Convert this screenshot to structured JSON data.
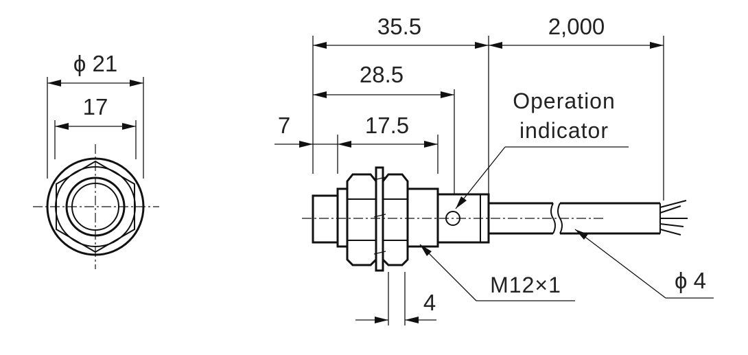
{
  "front_view": {
    "outer_diameter_label": "ϕ 21",
    "inner_width_label": "17"
  },
  "side_view": {
    "overall_length_label": "35.5",
    "cable_length_label": "2,000",
    "thread_length_label": "28.5",
    "sensing_head_label": "7",
    "body_length_label": "17.5",
    "nut_thickness_label": "4",
    "thread_spec_label": "M12×1",
    "cable_diameter_label": "ϕ 4",
    "indicator_label_line1": "Operation",
    "indicator_label_line2": "indicator"
  }
}
